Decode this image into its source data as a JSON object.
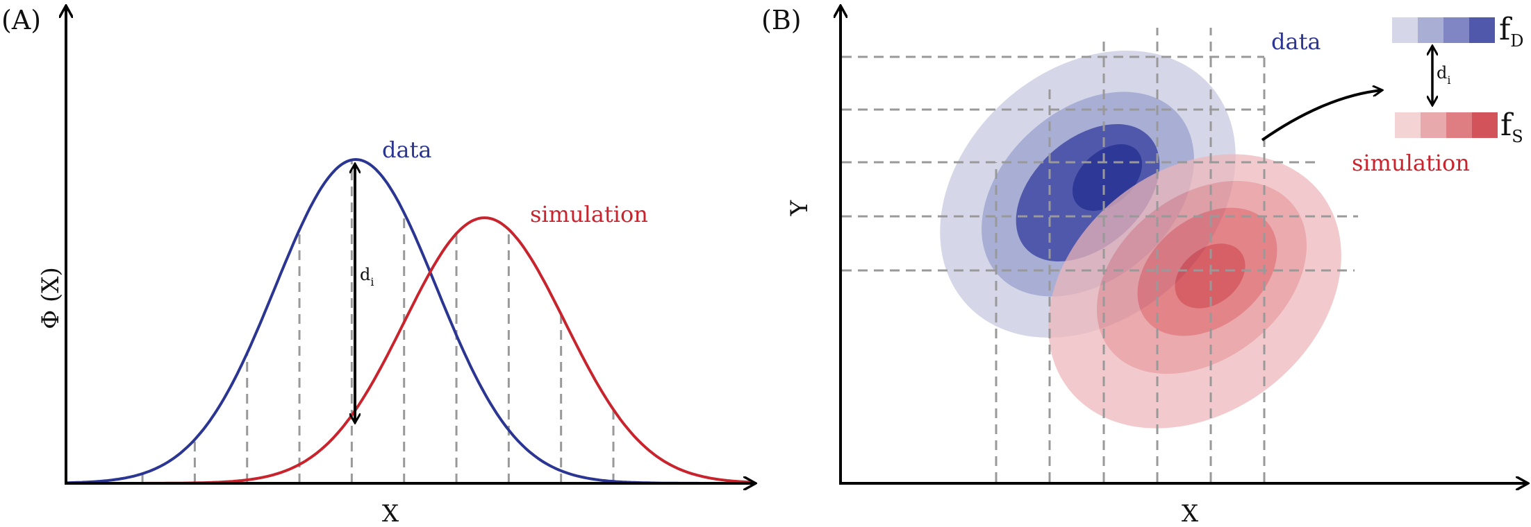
{
  "panels": {
    "a": {
      "label": "(A)",
      "xlabel": "X",
      "ylabel": "Φ (X)",
      "data_label": "data",
      "sim_label": "simulation",
      "di": {
        "main": "d",
        "sub": "i"
      }
    },
    "b": {
      "label": "(B)",
      "xlabel": "X",
      "ylabel": "Y",
      "data_label": "data",
      "sim_label": "simulation",
      "di": {
        "main": "d",
        "sub": "i"
      },
      "fD": {
        "main": "f",
        "sub": "D"
      },
      "fS": {
        "main": "f",
        "sub": "S"
      }
    }
  },
  "colors": {
    "data": "#2b3592",
    "simulation": "#c8242e",
    "data_shades": [
      "#d5d7e9",
      "#a9aed5",
      "#7f86c3",
      "#5058ab"
    ],
    "sim_shades": [
      "#f3d3d4",
      "#e8a9ac",
      "#de7e83",
      "#d2535a"
    ],
    "guide_line": "#999999",
    "axis": "#000000"
  },
  "chart_data": {
    "type": "line",
    "series": [
      {
        "name": "data",
        "mean": 0,
        "sigma": 1,
        "peak": 1.0
      },
      {
        "name": "simulation",
        "mean": 1.6,
        "sigma": 1,
        "peak": 0.82
      }
    ],
    "bin_edges": [
      -2.65,
      -2.0,
      -1.35,
      -0.7,
      -0.05,
      0.6,
      1.25,
      1.9,
      2.55,
      3.2
    ],
    "x_range": [
      -3.6,
      4.9
    ],
    "y_range": [
      0,
      1.05
    ]
  }
}
